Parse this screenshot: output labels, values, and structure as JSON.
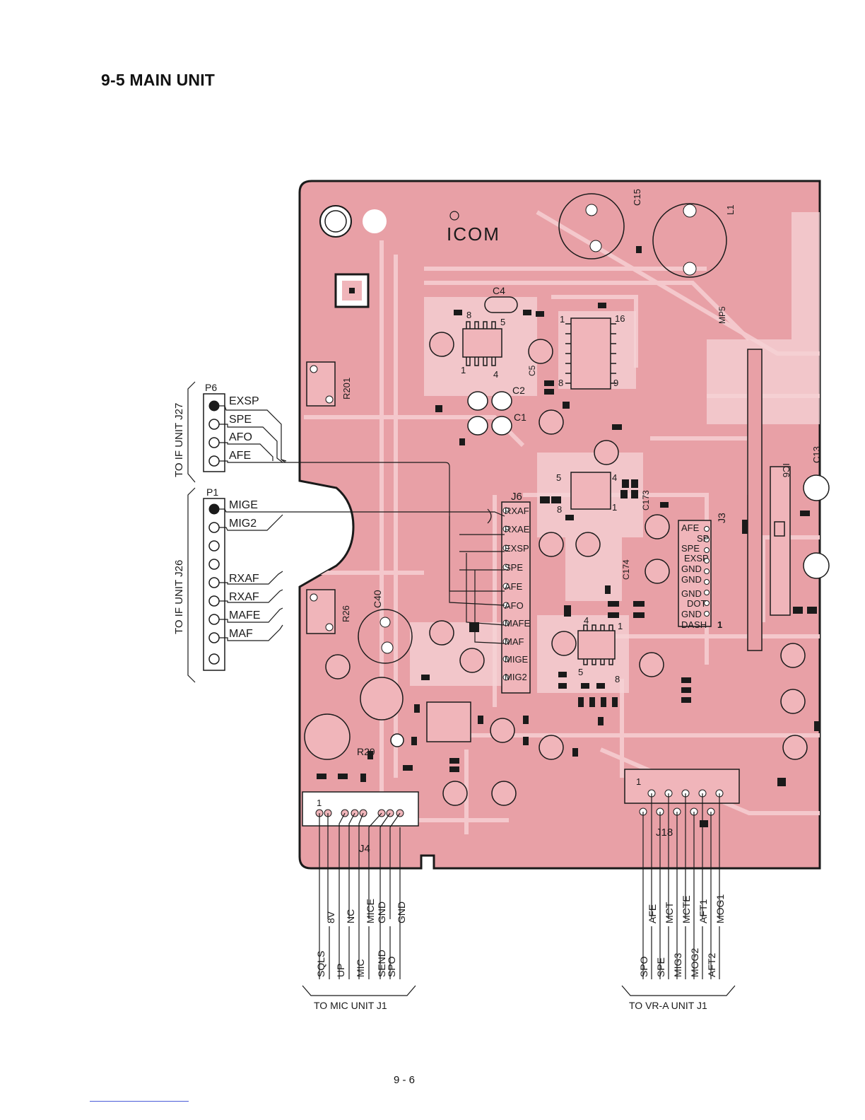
{
  "page": {
    "section_title": "9-5 MAIN UNIT",
    "page_number": "9 - 6"
  },
  "board": {
    "logo_text": "ICOM",
    "colors": {
      "board": "#e8a0a6",
      "trace": "#f4c8cc",
      "ink": "#1a1a1a"
    },
    "component_labels": [
      "C15",
      "L1",
      "C4",
      "MP5",
      "R201",
      "C2",
      "C1",
      "C5",
      "IC6",
      "C13",
      "C173",
      "C174",
      "R26",
      "C40",
      "R29",
      "J6",
      "J3",
      "J4",
      "J18"
    ],
    "pin_numbers": [
      "8",
      "5",
      "1",
      "4",
      "16",
      "9",
      "8",
      "1",
      "5",
      "4",
      "8",
      "1",
      "4",
      "1",
      "5",
      "8",
      "1",
      "1",
      "1"
    ]
  },
  "connectors": {
    "p6": {
      "label": "P6",
      "group_label": "TO IF UNIT J27",
      "pins": [
        "EXSP",
        "SPE",
        "AFO",
        "AFE"
      ]
    },
    "p1": {
      "label": "P1",
      "group_label": "TO IF UNIT J26",
      "pins": [
        "MIGE",
        "MIG2",
        "",
        "",
        "RXAF",
        "RXAF",
        "MAFE",
        "MAF",
        ""
      ]
    },
    "j6": {
      "label": "J6",
      "pins": [
        "RXAF",
        "RXAE",
        "EXSP",
        "SPE",
        "AFE",
        "AFO",
        "MAFE",
        "MAF",
        "MIGE",
        "MIG2"
      ]
    },
    "j3": {
      "label": "J3",
      "pins": [
        "AFE",
        "SP",
        "SPE",
        "EXSP",
        "GND",
        "GND",
        "GND",
        "DOT",
        "GND",
        "DASH"
      ],
      "pin1_label": "1"
    },
    "j4": {
      "label": "J4",
      "pin1_label": "1",
      "group_label": "TO MIC UNIT J1",
      "lower_pins": [
        "SQLS",
        "UP",
        "MIC",
        "SEND",
        "SPO"
      ],
      "upper_pins": [
        "8V",
        "NC",
        "MICE",
        "GND",
        "GND"
      ]
    },
    "j18": {
      "label": "J18",
      "pin1_label": "1",
      "group_label": "TO VR-A UNIT J1",
      "lower_pins": [
        "SPO",
        "SPE",
        "MIG3",
        "MOG2",
        "AFT2"
      ],
      "upper_pins": [
        "AFE",
        "MCT",
        "MCTE",
        "AFT1",
        "MOG1"
      ]
    }
  }
}
